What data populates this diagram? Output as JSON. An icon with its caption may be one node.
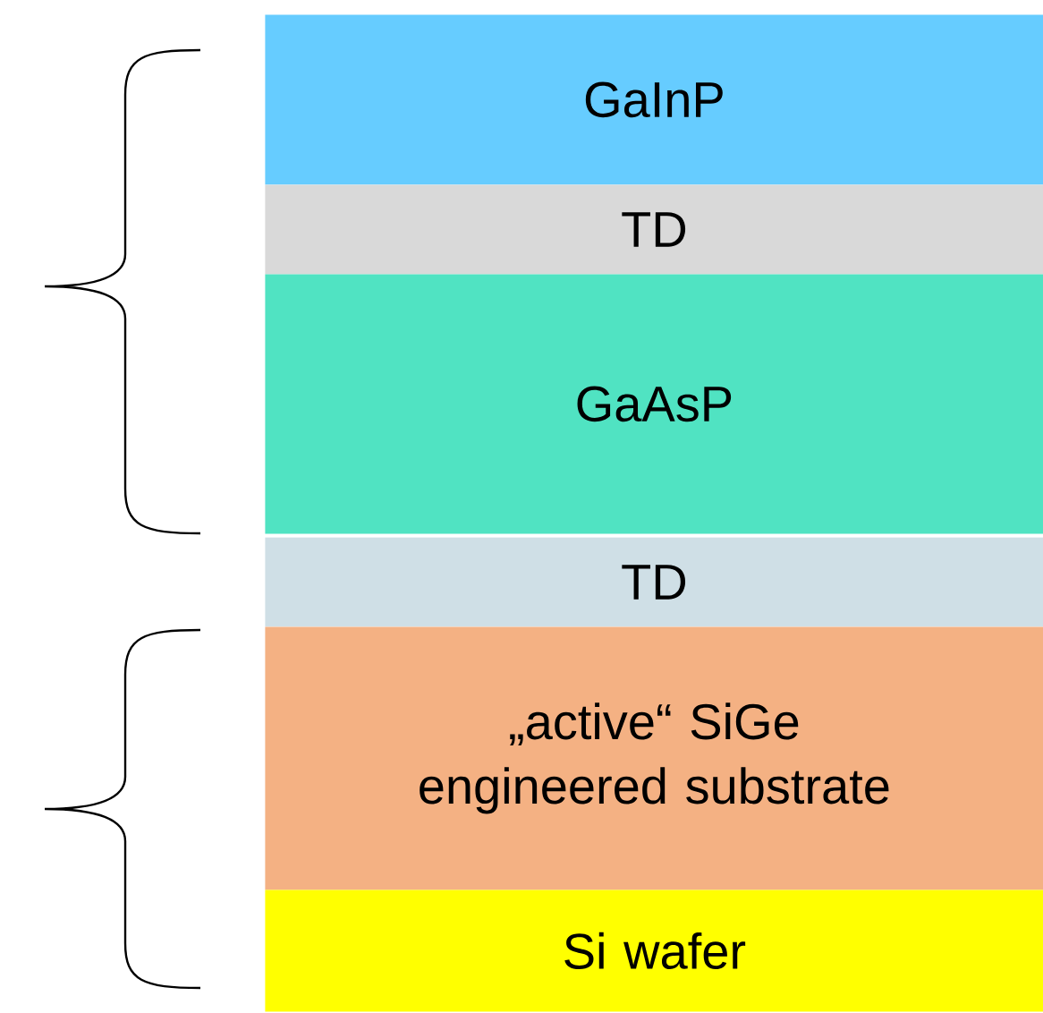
{
  "diagram": {
    "nodes": [
      {
        "text": [
          "GaInP"
        ]
      },
      {
        "text": [
          "TD"
        ]
      },
      {
        "text": [
          "GaAsP"
        ]
      },
      {
        "text": [
          "TD"
        ]
      },
      {
        "text": [
          "„active“ SiGe engineered substrate"
        ]
      },
      {
        "text": [
          "Si wafer"
        ]
      }
    ]
  }
}
